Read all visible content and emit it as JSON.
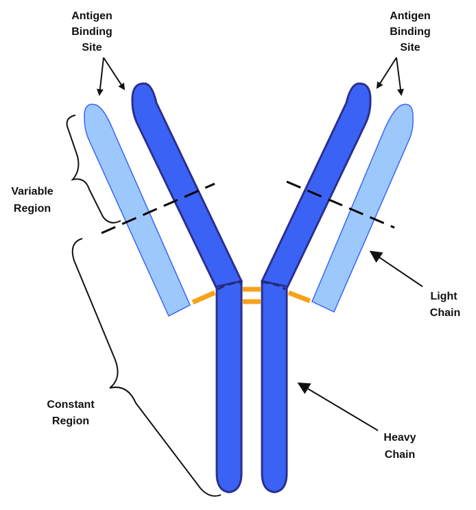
{
  "labels": {
    "antigen_site_left": [
      "Antigen",
      "Binding",
      "Site"
    ],
    "antigen_site_right": [
      "Antigen",
      "Binding",
      "Site"
    ],
    "variable_region": [
      "Variable",
      "Region"
    ],
    "constant_region": [
      "Constant",
      "Region"
    ],
    "light_chain": [
      "Light",
      "Chain"
    ],
    "heavy_chain": [
      "Heavy",
      "Chain"
    ]
  },
  "colors": {
    "heavy_chain": "#3a63f5",
    "heavy_outline": "#2b2f8f",
    "light_chain": "#9cc8fb",
    "light_outline": "#3a63f5",
    "disulfide_bond": "#f7a21a",
    "annotation": "#111111"
  }
}
